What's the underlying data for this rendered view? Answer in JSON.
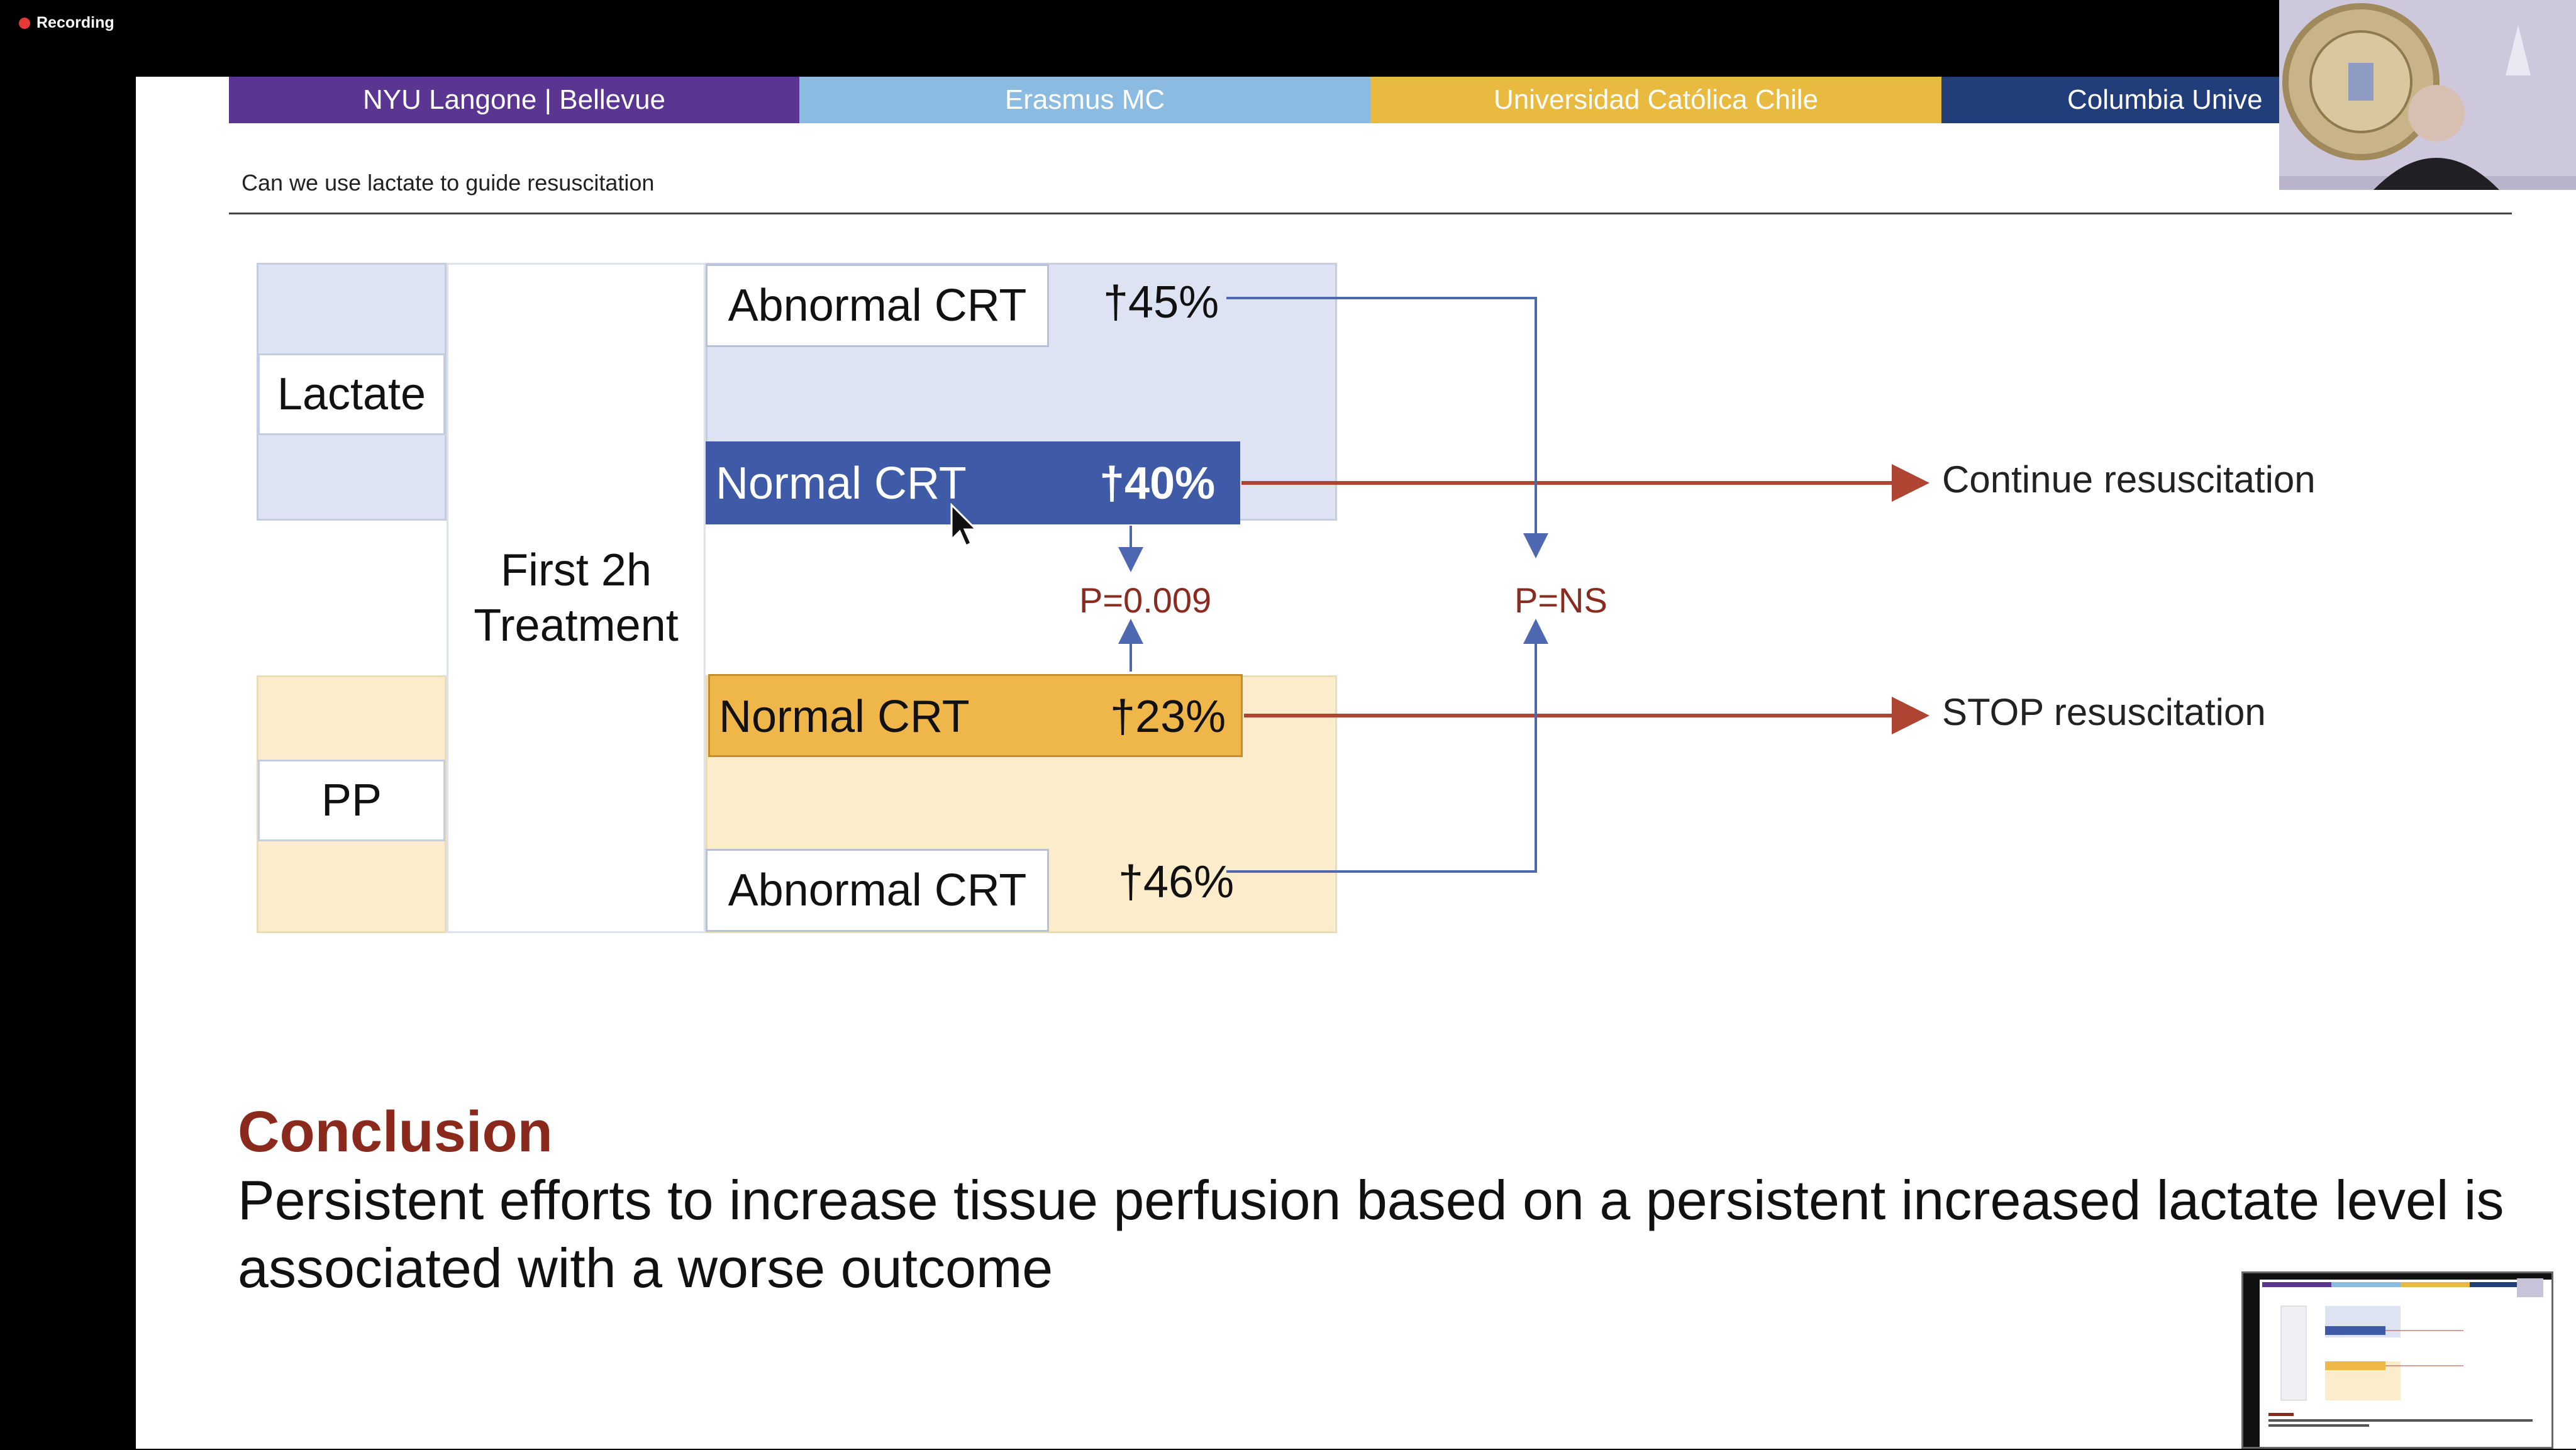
{
  "recording": {
    "label": "Recording"
  },
  "banner": [
    {
      "label": "NYU Langone | Bellevue",
      "color": "#5a3592"
    },
    {
      "label": "Erasmus MC",
      "color": "#8bbbe0"
    },
    {
      "label": "Universidad Católica Chile",
      "color": "#e8ba3f"
    },
    {
      "label": "Columbia Unive",
      "color": "#213d7a"
    }
  ],
  "slide": {
    "subtitle": "Can we use lactate to guide resuscitation",
    "diagram": {
      "lactate_label": "Lactate",
      "pp_label": "PP",
      "treatment_label_line1": "First 2h",
      "treatment_label_line2": "Treatment",
      "abnormal_crt_top": "Abnormal CRT",
      "pct_abnormal_top": "†45%",
      "normal_crt_top": "Normal CRT",
      "pct_normal_top": "†40%",
      "p_value_1": "P=0.009",
      "p_value_2": "P=NS",
      "normal_crt_bottom": "Normal CRT",
      "pct_normal_bottom": "†23%",
      "abnormal_crt_bottom": "Abnormal CRT",
      "pct_abnormal_bottom": "†46%",
      "continue_label": "Continue resuscitation",
      "stop_label": "STOP resuscitation"
    },
    "conclusion_heading": "Conclusion",
    "conclusion_text": "Persistent efforts to increase tissue perfusion based on a persistent increased lactate level is associated with a worse outcome"
  },
  "colors": {
    "lactate_bg": "#dde3f2",
    "pp_bg": "#fbeccb",
    "normal_top_bg": "#3f5aa6",
    "normal_bottom_bg": "#efb74a",
    "arrow_red": "#b04433",
    "arrow_blue": "#4d67b0",
    "conclusion": "#8b2a1c"
  }
}
